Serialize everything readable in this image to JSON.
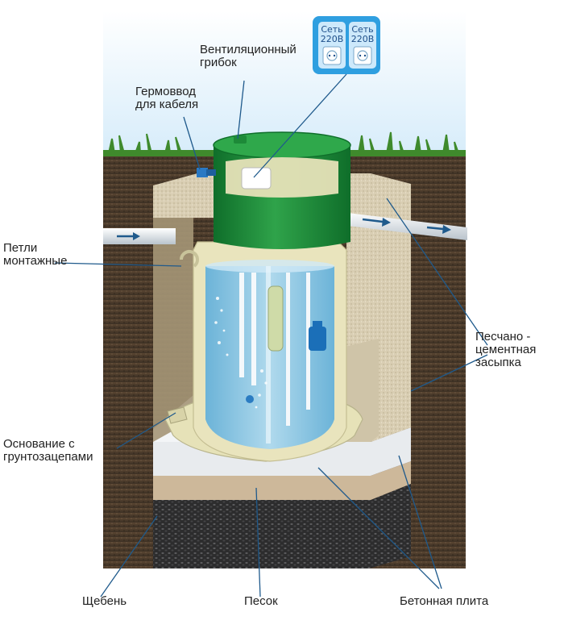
{
  "labels": {
    "vent_fungus": [
      "Вентиляционный",
      "грибок"
    ],
    "cable_gland": [
      "Гермоввод",
      "для кабеля"
    ],
    "mounting_loops": [
      "Петли",
      "монтажные"
    ],
    "sand_cement_backfill": [
      "Песчано -",
      "цементная",
      "засыпка"
    ],
    "base_with_anchors": [
      "Основание с",
      "грунтозацепами"
    ],
    "crushed_stone": "Щебень",
    "sand": "Песок",
    "concrete_slab": "Бетонная плита"
  },
  "power_box": {
    "sockets": [
      {
        "line1": "Сеть",
        "line2": "220В"
      },
      {
        "line1": "Сеть",
        "line2": "220В"
      }
    ]
  },
  "colors": {
    "soil": "#4a3a2a",
    "sky": "#dceefa",
    "grass": "#3f8a2c",
    "tank_green": "#1f8f3b",
    "water": "#8cc8ea",
    "backfill": "#d8cdb2",
    "sand": "#cdb89a",
    "concrete": "#e9ecef",
    "gravel": "#2f2f30",
    "power_box": "#2f9fe0",
    "leader_line": "#1f5a8c"
  }
}
